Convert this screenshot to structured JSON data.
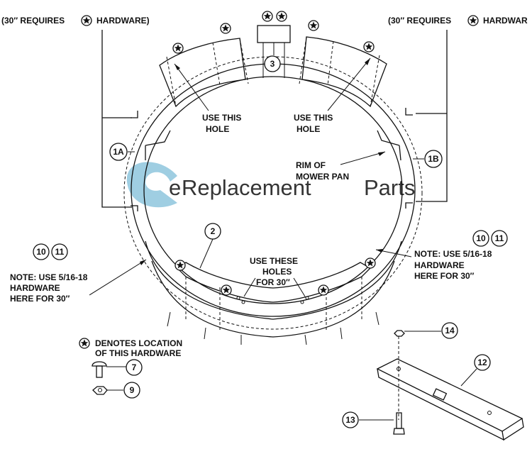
{
  "labels": {
    "requires_left": "(30″ REQUIRES",
    "hardware_left": "HARDWARE)",
    "requires_right": "(30″ REQUIRES",
    "hardware_right": "HARDWAR",
    "use_this_hole": "USE THIS",
    "hole": "HOLE",
    "rim_line1": "RIM OF",
    "rim_line2": "MOWER PAN",
    "use_these": "USE THESE",
    "holes": "HOLES",
    "for_30": "FOR 30″",
    "note_line1": "NOTE: USE 5/16-18",
    "note_line2": "HARDWARE",
    "note_line3": "HERE FOR 30″",
    "denotes_line1": "DENOTES LOCATION",
    "denotes_line2": "OF THIS HARDWARE"
  },
  "callouts": {
    "part_1a": "1A",
    "part_1b": "1B",
    "part_2": "2",
    "part_3": "3",
    "part_7": "7",
    "part_9": "9",
    "part_10": "10",
    "part_11": "11",
    "part_12": "12",
    "part_13": "13",
    "part_14": "14"
  },
  "watermark": {
    "text_e": "e",
    "text_replacement": "Replacement",
    "text_parts": "Parts",
    "color_blue": "#8fc6de",
    "color_orange": "#f3c79a"
  }
}
